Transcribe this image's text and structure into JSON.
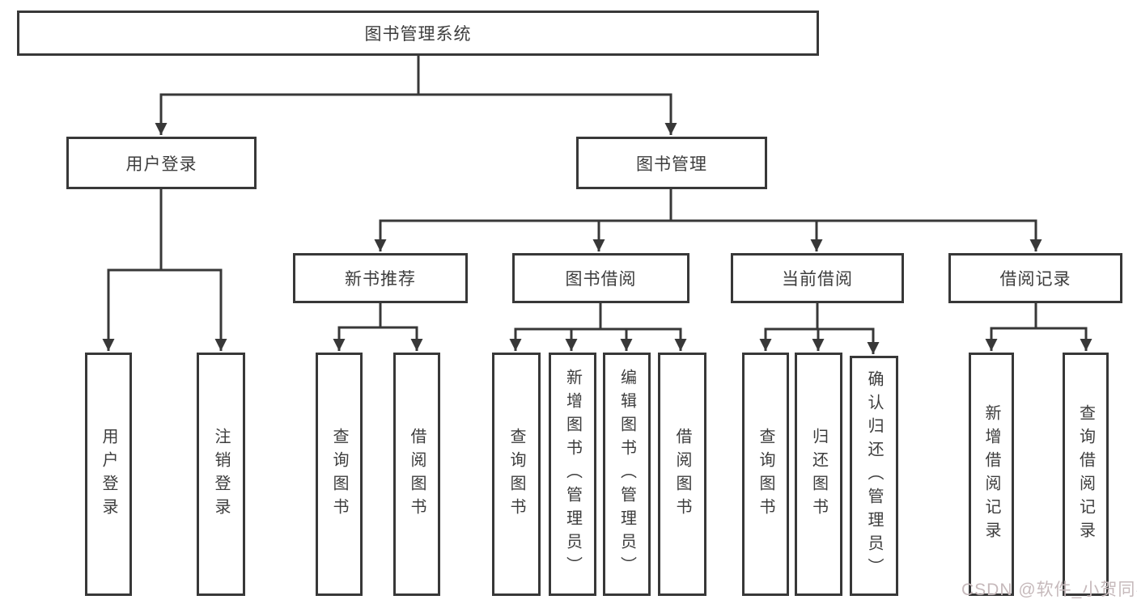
{
  "diagram": {
    "type": "hierarchy-tree",
    "colors": {
      "border": "#383838",
      "line": "#383838",
      "text": "#3d3d3d",
      "background": "#ffffff",
      "watermark": "#c6b9bb"
    }
  },
  "tree": {
    "label": "图书管理系统",
    "children": [
      {
        "label": "用户登录",
        "children": [
          {
            "label": "用户登录"
          },
          {
            "label": "注销登录"
          }
        ]
      },
      {
        "label": "图书管理",
        "children": [
          {
            "label": "新书推荐",
            "children": [
              {
                "label": "查询图书"
              },
              {
                "label": "借阅图书"
              }
            ]
          },
          {
            "label": "图书借阅",
            "children": [
              {
                "label": "查询图书"
              },
              {
                "label": "新增图书（管理员）"
              },
              {
                "label": "编辑图书（管理员）"
              },
              {
                "label": "借阅图书"
              }
            ]
          },
          {
            "label": "当前借阅",
            "children": [
              {
                "label": "查询图书"
              },
              {
                "label": "归还图书"
              },
              {
                "label": "确认归还（管理员）"
              }
            ]
          },
          {
            "label": "借阅记录",
            "children": [
              {
                "label": "新增借阅记录"
              },
              {
                "label": "查询借阅记录"
              }
            ]
          }
        ]
      }
    ]
  },
  "watermark": {
    "text": "CSDN @软件_小贺同学"
  }
}
